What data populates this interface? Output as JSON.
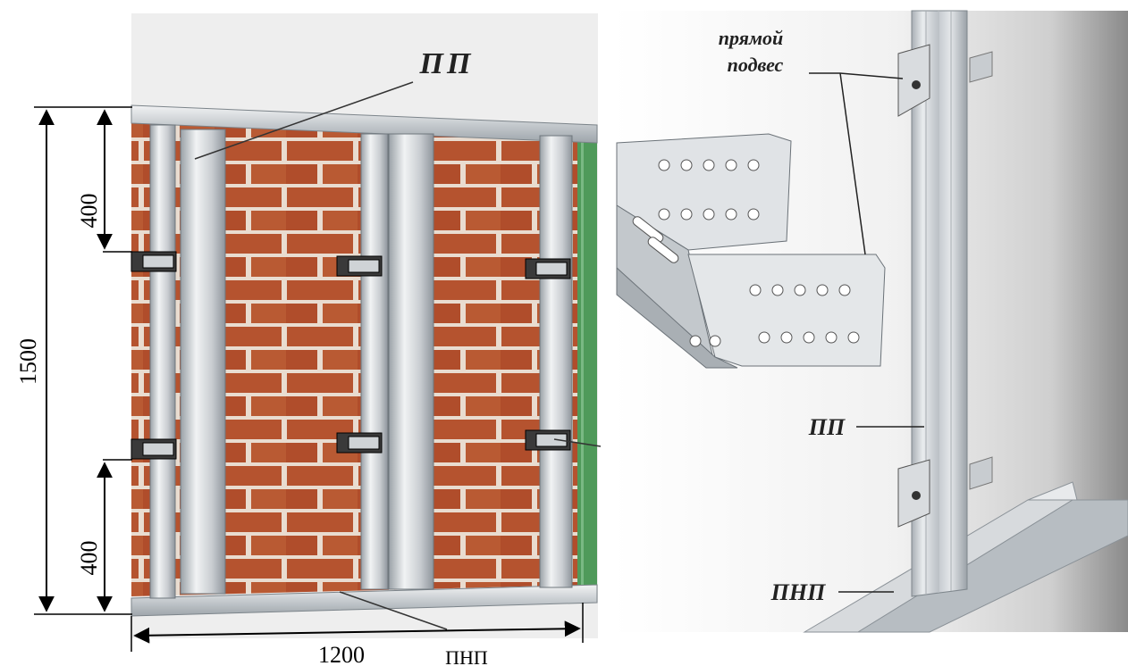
{
  "left_diagram": {
    "label_top": "ПП",
    "label_bottom": "ПНП",
    "dim_total_height": "1500",
    "dim_top_spacing": "400",
    "dim_bottom_spacing": "400",
    "dim_width": "1200"
  },
  "right_diagram": {
    "hanger_label_line1": "прямой",
    "hanger_label_line2": "подвес",
    "stud_label": "ПП",
    "track_label": "ПНП"
  },
  "colors": {
    "brick": "#b5532f",
    "mortar": "#e9dcd0",
    "metal": "#c9cdd1",
    "metal_light": "#eef0f2",
    "metal_dark": "#8e959c",
    "green_edge": "#4f9a5a",
    "background_panel": "#eeeeee"
  }
}
